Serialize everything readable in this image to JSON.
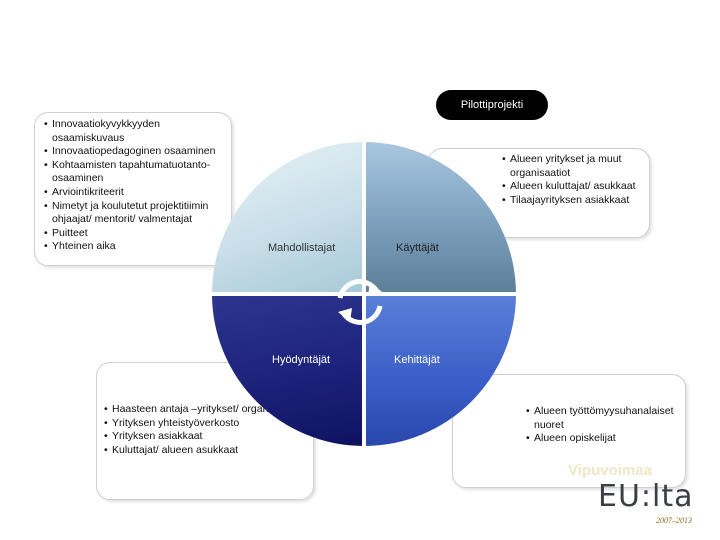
{
  "header": {
    "pill_label": "Pilottiprojekti"
  },
  "quadrants": {
    "top_left": {
      "label": "Mahdollistajat"
    },
    "top_right": {
      "label": "Käyttäjät"
    },
    "bottom_left": {
      "label": "Hyödyntäjät"
    },
    "bottom_right": {
      "label": "Kehittäjät"
    }
  },
  "boxes": {
    "top_left": {
      "items": [
        "Innovaatiokyvykkyyden osaamiskuvaus",
        "Innovaatiopedagoginen osaaminen",
        "Kohtaamisten tapahtumatuotanto-osaaminen",
        "Arviointikriteerit",
        "Nimetyt ja koulutetut projektitiimin ohjaajat/ mentorit/ valmentajat",
        "Puitteet",
        "Yhteinen aika"
      ]
    },
    "top_right": {
      "items": [
        "Alueen yritykset ja muut organisaatiot",
        "Alueen kuluttajat/ asukkaat",
        "Tilaajayrityksen asiakkaat"
      ]
    },
    "bottom_left": {
      "items": [
        "Haasteen antaja –yritykset/ organisaatiot",
        "Yrityksen yhteistyöverkosto",
        "Yrityksen asiakkaat",
        "Kuluttajat/ alueen asukkaat"
      ]
    },
    "bottom_right": {
      "items": [
        "Alueen työttömyysuhanalaiset nuoret",
        "Alueen opiskelijat"
      ]
    }
  },
  "logo": {
    "watermark": "Vipuvoimaa",
    "main": "EU:lta",
    "years": "2007–2013"
  },
  "colors": {
    "top_left": "#c9dfe9",
    "top_right": "#7fa3c0",
    "bottom_left": "#1c227a",
    "bottom_right": "#3b5fc8"
  },
  "icons": {
    "center": "cycle-arrows-icon"
  }
}
